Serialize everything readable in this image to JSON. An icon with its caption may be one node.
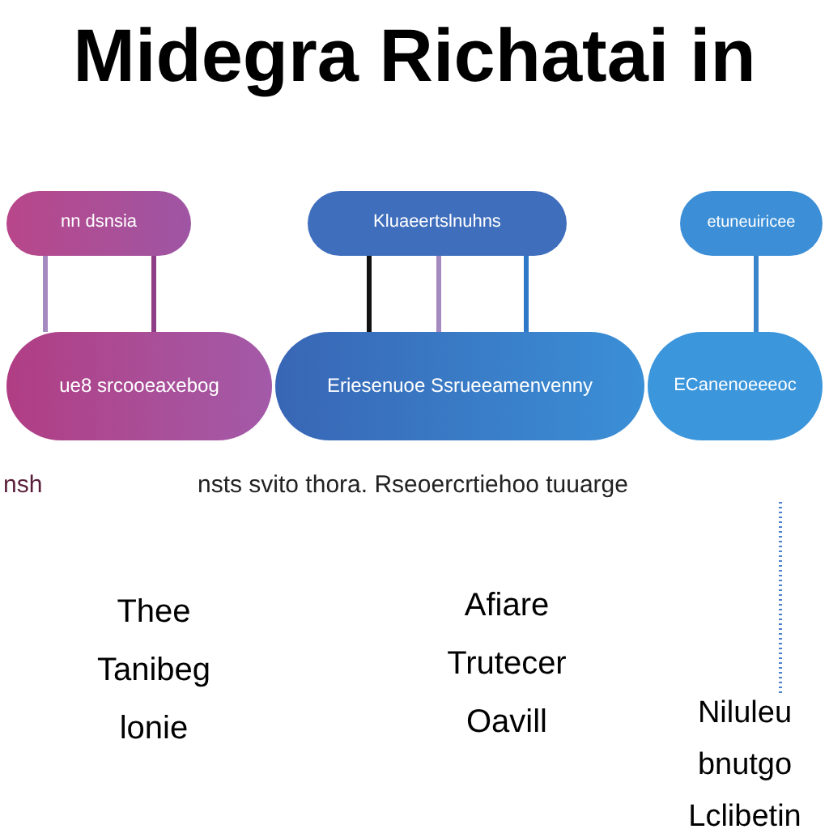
{
  "diagram": {
    "title": "Midegra Richatai in",
    "nodes": [
      {
        "text": [
          "nn dsnsia"
        ]
      },
      {
        "text": [
          "Kluaeertslnuhns"
        ]
      },
      {
        "text": [
          "etuneuiricee"
        ]
      },
      {
        "text": [
          "ue8 srcooeaxebog"
        ]
      },
      {
        "text": [
          "Eriesenuoe Ssrueeamenvenny"
        ]
      },
      {
        "text": [
          "ECanenoeeeoc"
        ]
      }
    ],
    "edges": [
      {
        "from": 0,
        "to": 3,
        "arrow": "none"
      },
      {
        "from": 0,
        "to": 3,
        "arrow": "none",
        "color": "#8e3d86"
      },
      {
        "from": 1,
        "to": 4,
        "arrow": "none",
        "color": "#111111"
      },
      {
        "from": 1,
        "to": 4,
        "arrow": "none"
      },
      {
        "from": 1,
        "to": 4,
        "arrow": "none",
        "color": "#2f78c8"
      },
      {
        "from": 2,
        "to": 5,
        "arrow": "none",
        "color": "#3a86cc"
      }
    ],
    "labels": [
      "nsh",
      "nsts svito thora. Rseoercrtiehoo tuuarge",
      "Thee Tanibeg lonie",
      "Afiare Trutecer Oavill",
      "Niluleu bnutgo Lclibetin"
    ]
  }
}
